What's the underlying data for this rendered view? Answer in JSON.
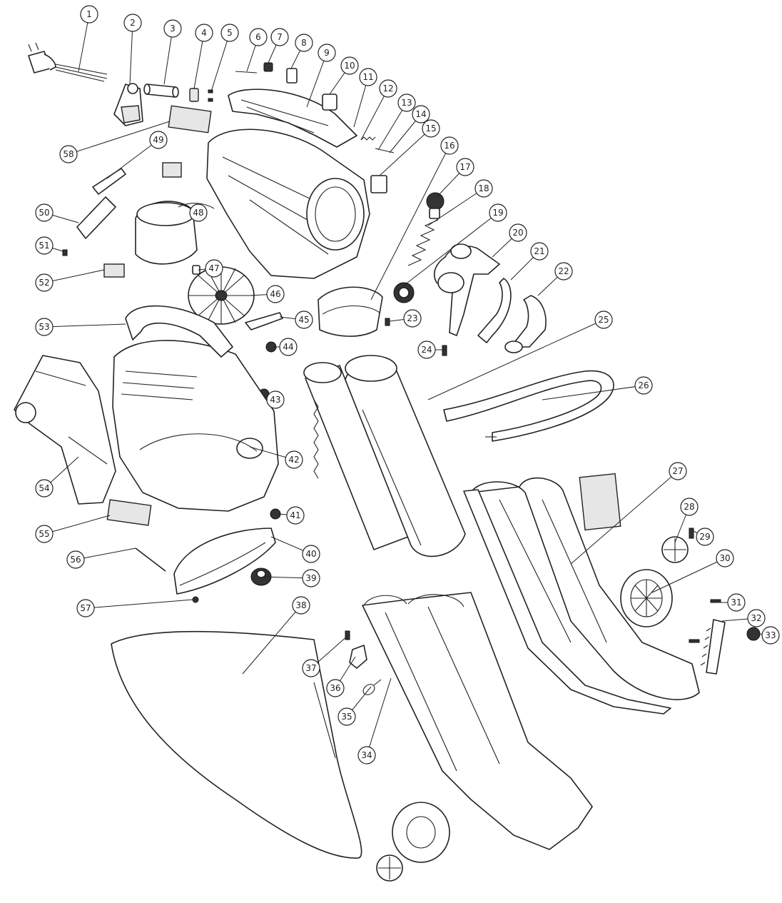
{
  "diagram": {
    "callouts": [
      {
        "label": "1"
      },
      {
        "label": "2"
      },
      {
        "label": "3"
      },
      {
        "label": "4"
      },
      {
        "label": "5"
      },
      {
        "label": "6"
      },
      {
        "label": "7"
      },
      {
        "label": "8"
      },
      {
        "label": "9"
      },
      {
        "label": "10"
      },
      {
        "label": "11"
      },
      {
        "label": "12"
      },
      {
        "label": "13"
      },
      {
        "label": "14"
      },
      {
        "label": "15"
      },
      {
        "label": "16"
      },
      {
        "label": "17"
      },
      {
        "label": "18"
      },
      {
        "label": "19"
      },
      {
        "label": "20"
      },
      {
        "label": "21"
      },
      {
        "label": "22"
      },
      {
        "label": "23"
      },
      {
        "label": "24"
      },
      {
        "label": "25"
      },
      {
        "label": "26"
      },
      {
        "label": "27"
      },
      {
        "label": "28"
      },
      {
        "label": "29"
      },
      {
        "label": "30"
      },
      {
        "label": "31"
      },
      {
        "label": "32"
      },
      {
        "label": "33"
      },
      {
        "label": "34"
      },
      {
        "label": "35"
      },
      {
        "label": "36"
      },
      {
        "label": "37"
      },
      {
        "label": "38"
      },
      {
        "label": "39"
      },
      {
        "label": "40"
      },
      {
        "label": "41"
      },
      {
        "label": "42"
      },
      {
        "label": "43"
      },
      {
        "label": "44"
      },
      {
        "label": "45"
      },
      {
        "label": "46"
      },
      {
        "label": "47"
      },
      {
        "label": "48"
      },
      {
        "label": "49"
      },
      {
        "label": "50"
      },
      {
        "label": "51"
      },
      {
        "label": "52"
      },
      {
        "label": "53"
      },
      {
        "label": "54"
      },
      {
        "label": "55"
      },
      {
        "label": "56"
      },
      {
        "label": "57"
      },
      {
        "label": "58"
      }
    ]
  }
}
